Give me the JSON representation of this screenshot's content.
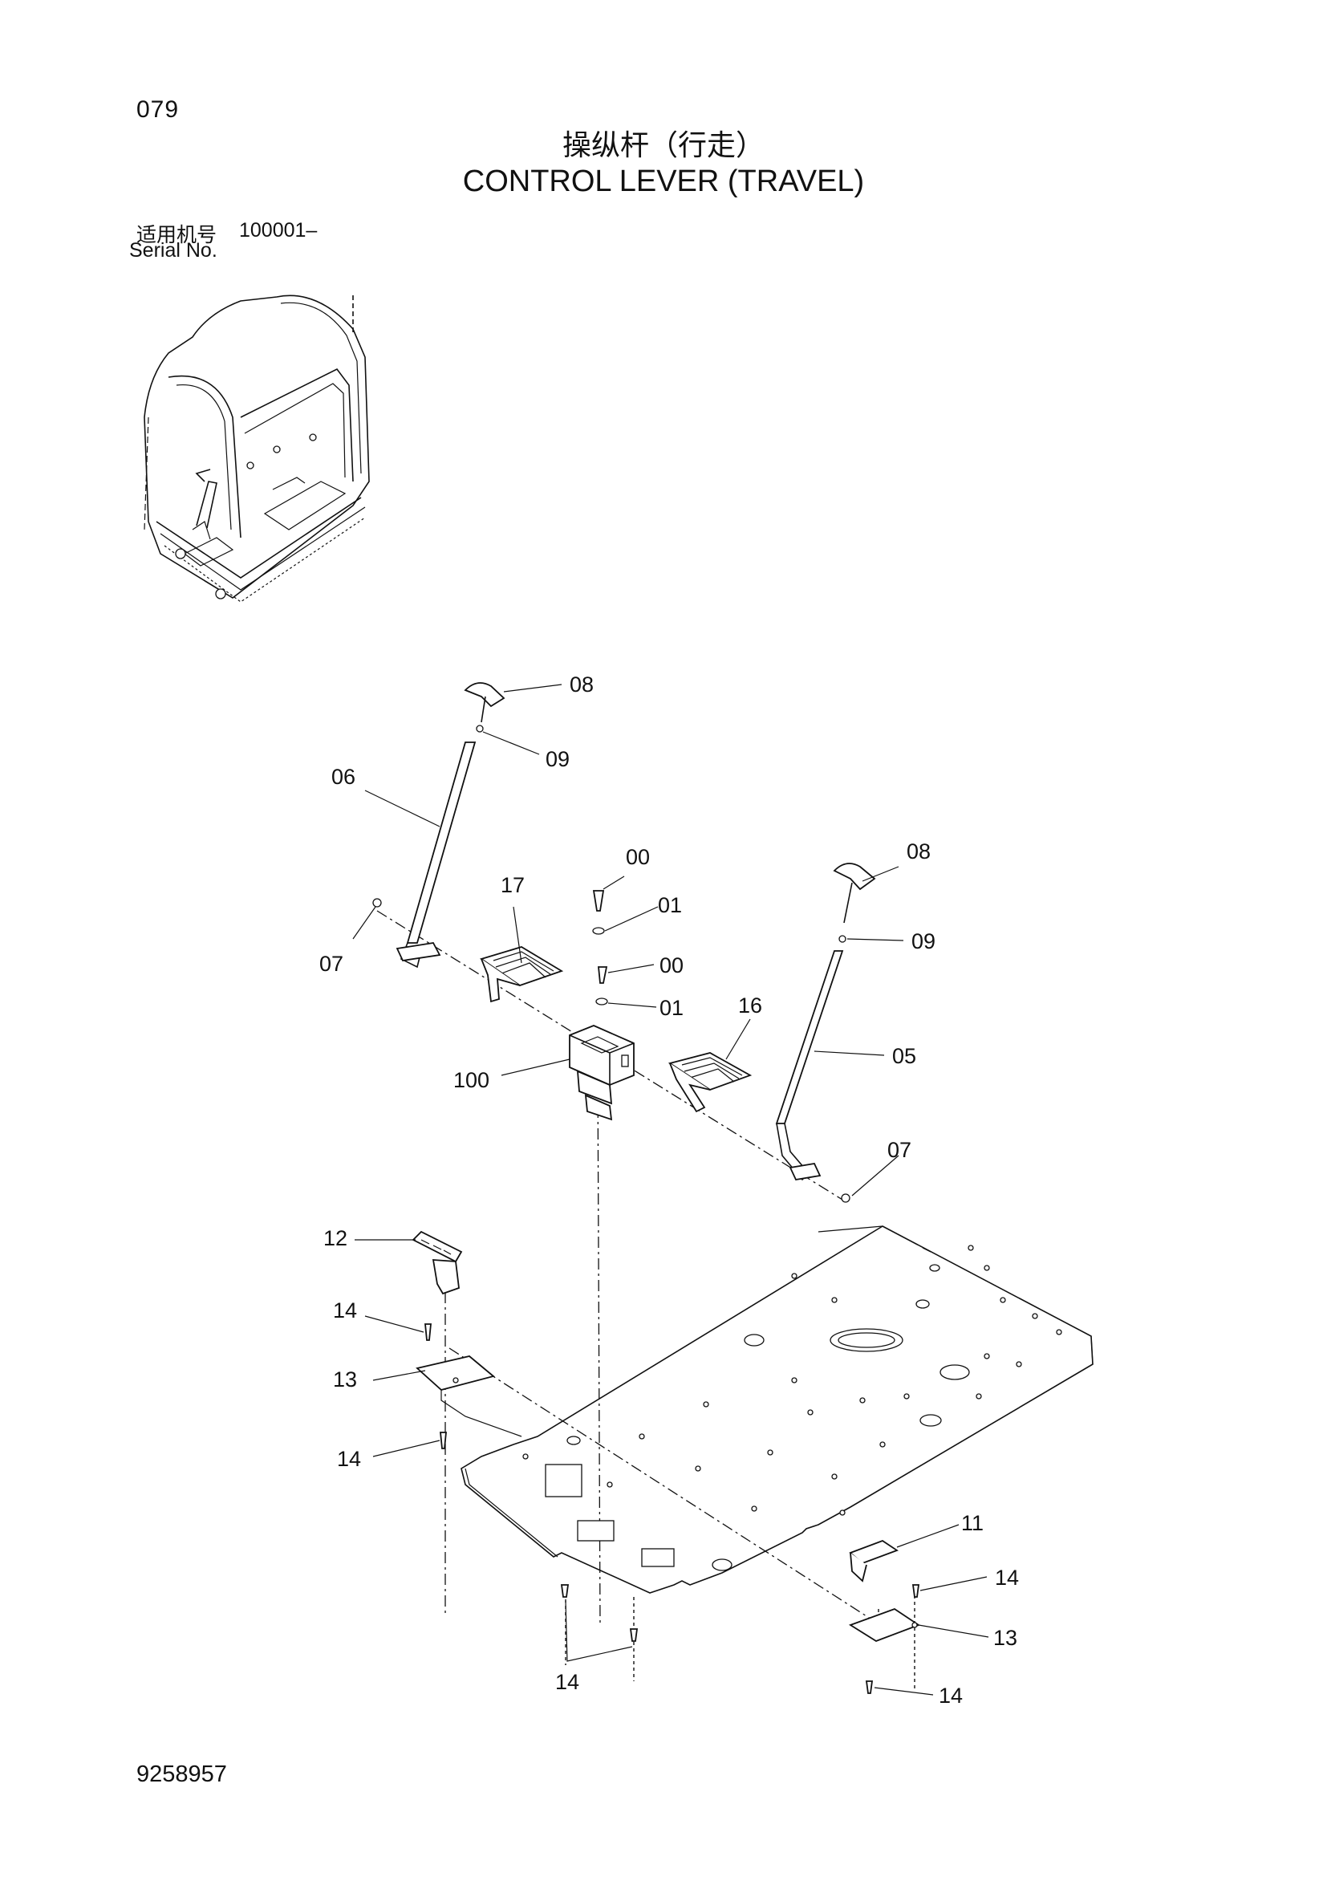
{
  "page_number": "079",
  "title_cn": "操纵杆（行走）",
  "title_en": "CONTROL LEVER (TRAVEL)",
  "serial": {
    "label_cn": "适用机号",
    "number": "100001–",
    "label_en": "Serial No."
  },
  "doc_number": "9258957",
  "callouts": {
    "c08a": "08",
    "c09a": "09",
    "c06": "06",
    "c07a": "07",
    "c17": "17",
    "c00a": "00",
    "c01a": "01",
    "c00b": "00",
    "c01b": "01",
    "c08b": "08",
    "c09b": "09",
    "c16": "16",
    "c100": "100",
    "c05": "05",
    "c07b": "07",
    "c12": "12",
    "c14a": "14",
    "c13a": "13",
    "c14b": "14",
    "c11": "11",
    "c14c": "14",
    "c13b": "13",
    "c14d": "14",
    "c14e": "14"
  }
}
